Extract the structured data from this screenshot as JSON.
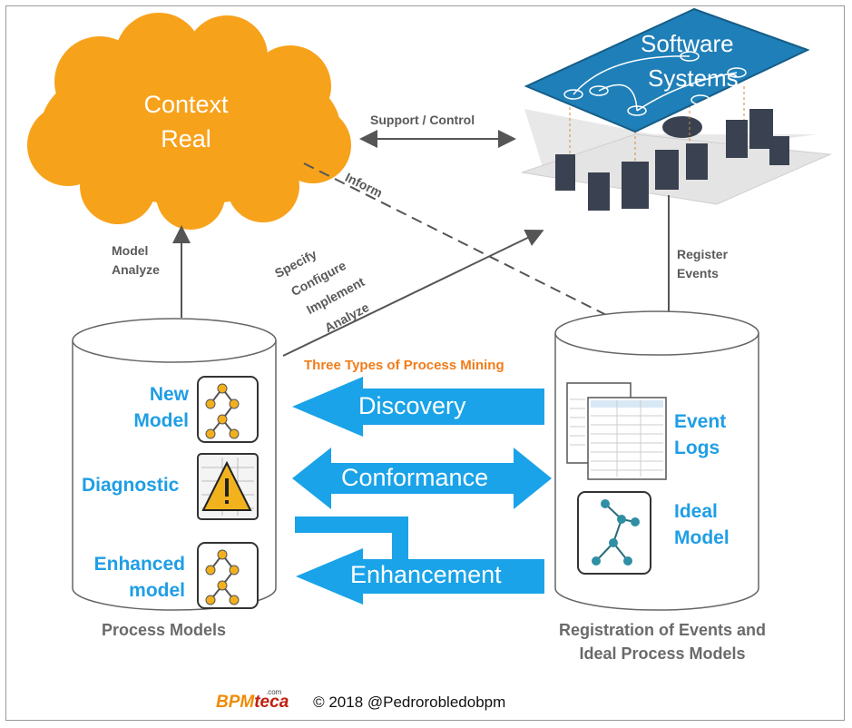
{
  "cloud": {
    "line1": "Context",
    "line2": "Real"
  },
  "software": {
    "line1": "Software",
    "line2": "Systems"
  },
  "edges": {
    "support": "Support / Control",
    "inform": "Inform",
    "model_analyze_1": "Model",
    "model_analyze_2": "Analyze",
    "specify": [
      "Specify",
      "Configure",
      "Implement",
      "Analyze"
    ],
    "register_1": "Register",
    "register_2": "Events"
  },
  "title": "Three Types of Process Mining",
  "arrows": {
    "discovery": "Discovery",
    "conformance": "Conformance",
    "enhancement": "Enhancement"
  },
  "left_db": {
    "caption": "Process Models",
    "new_model_1": "New",
    "new_model_2": "Model",
    "diagnostic": "Diagnostic",
    "enhanced_1": "Enhanced",
    "enhanced_2": "model"
  },
  "right_db": {
    "caption_1": "Registration of Events and",
    "caption_2": "Ideal Process Models",
    "event_logs_1": "Event",
    "event_logs_2": "Logs",
    "ideal_1": "Ideal",
    "ideal_2": "Model"
  },
  "footer": {
    "brand_1": "BPM",
    "brand_2": "teca",
    "brand_com": ".com",
    "copyright": "© 2018 @Pedrorobledobpm"
  },
  "colors": {
    "cloud": "#f7a21b",
    "arrow": "#1aa3e8",
    "title": "#f07c1a",
    "label_blue": "#1f9ee5",
    "platform": "#1f7fb8"
  },
  "icons": [
    "process-tree-icon",
    "warning-triangle-icon",
    "event-log-table-icon",
    "ideal-model-graph-icon"
  ]
}
